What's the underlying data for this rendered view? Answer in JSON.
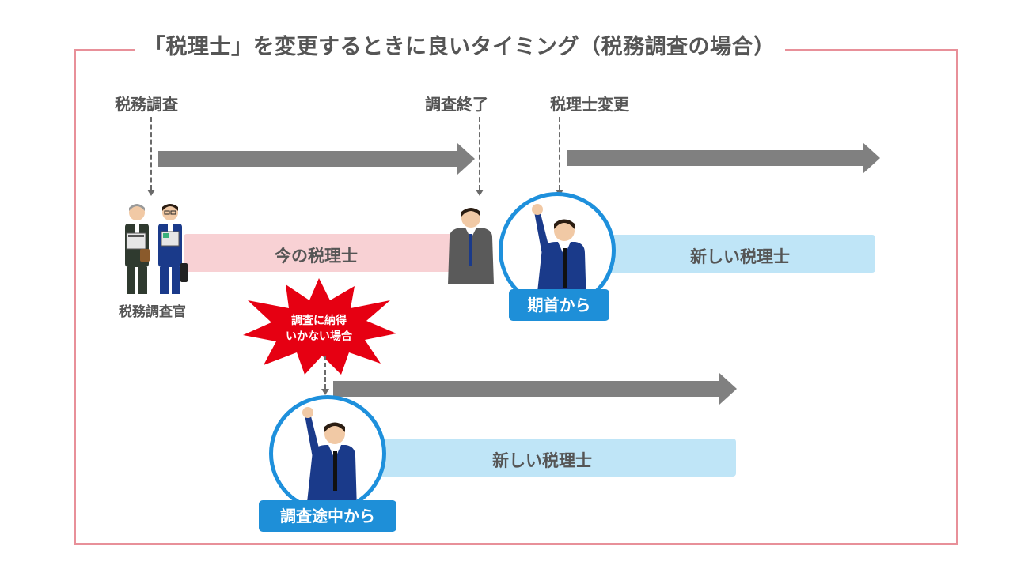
{
  "title": "「税理士」を変更するときに良いタイミング（税務調査の場合）",
  "timeline": {
    "audit_label": "税務調査",
    "audit_end_label": "調査終了",
    "change_label": "税理士変更",
    "inspector_label": "税務調査官"
  },
  "bars": {
    "current": "今の税理士",
    "new_top": "新しい税理士",
    "new_bottom": "新しい税理士"
  },
  "badges": {
    "beginning": "期首から",
    "mid_audit": "調査途中から"
  },
  "burst": {
    "line1": "調査に納得",
    "line2": "いかない場合"
  },
  "colors": {
    "frame": "#e89099",
    "current_bar": "#f8d1d4",
    "new_bar": "#bfe5f7",
    "arrow": "#808080",
    "badge": "#1e8fd8",
    "burst": "#e60012",
    "suit": "#1a3a8a"
  }
}
